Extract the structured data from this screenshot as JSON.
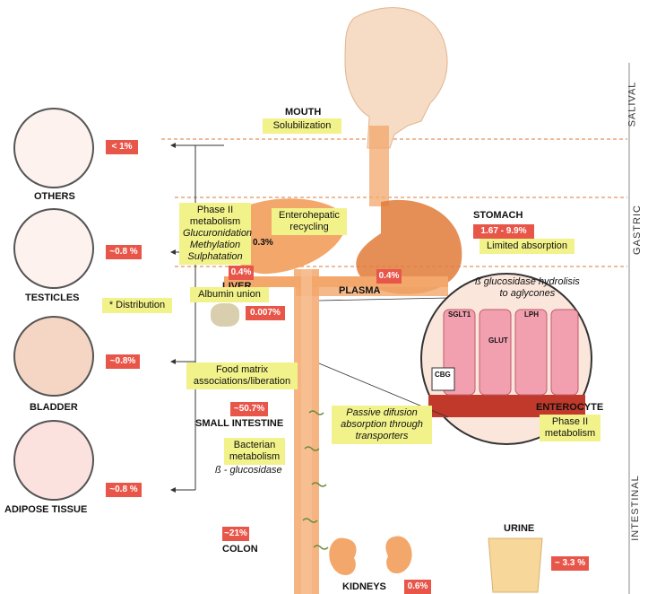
{
  "phases": {
    "salival": "SALIVAL",
    "gastric": "GASTRIC",
    "intestinal": "INTESTINAL"
  },
  "mouth": {
    "title": "MOUTH",
    "note": "Solubilization"
  },
  "stomach": {
    "title": "STOMACH",
    "value": "1.67 - 9.9%",
    "note": "Limited absorption"
  },
  "liver": {
    "title": "LIVER",
    "value": "0.4%",
    "phase2": [
      "Phase II",
      "metabolism",
      "Glucuronidation",
      "Methylation",
      "Sulphatation"
    ],
    "enterohepatic": [
      "Enterohepatic",
      "recycling"
    ],
    "recycling_value": "0.3%"
  },
  "plasma": {
    "title": "PLASMA",
    "value": "0.4%"
  },
  "albumin": {
    "label": "Albumin union",
    "value": "0.007%"
  },
  "food_matrix": [
    "Food matrix",
    "associations/liberation"
  ],
  "small_intestine": {
    "title": "SMALL INTESTINE",
    "value": "~50.7%"
  },
  "bacterian": {
    "line1": "Bacterian",
    "line2": "metabolism",
    "line3": "ß - glucosidase"
  },
  "colon": {
    "title": "COLON",
    "value": "~21%"
  },
  "kidneys": {
    "title": "KIDNEYS",
    "value": "0.6%"
  },
  "urine": {
    "title": "URINE",
    "value": "~ 3.3 %"
  },
  "enterocyte": {
    "title": "ENTEROCYTE",
    "note": [
      "Phase II",
      "metabolism"
    ],
    "sglt1": "SGLT1",
    "lph": "LPH",
    "glut": "GLUT",
    "cbg": "CBG"
  },
  "hydrolysis": [
    "ß glucosidase hydrolisis",
    "to aglycones"
  ],
  "passive": [
    "Passive difusion",
    "absorption through",
    "transporters"
  ],
  "distribution": "* Distribution",
  "organs": [
    {
      "title": "OTHERS",
      "value": "< 1%"
    },
    {
      "title": "TESTICLES",
      "value": "~0.8 %"
    },
    {
      "title": "BLADDER",
      "value": "~0.8%"
    },
    {
      "title": "ADIPOSE TISSUE",
      "value": "~0.8 %"
    }
  ],
  "colors": {
    "tract": "#f3a76b",
    "tract_dark": "#e07b3a",
    "red_box": "#e8564a",
    "yellow_box": "#f2f28a",
    "dashed": "#e8a57a"
  }
}
